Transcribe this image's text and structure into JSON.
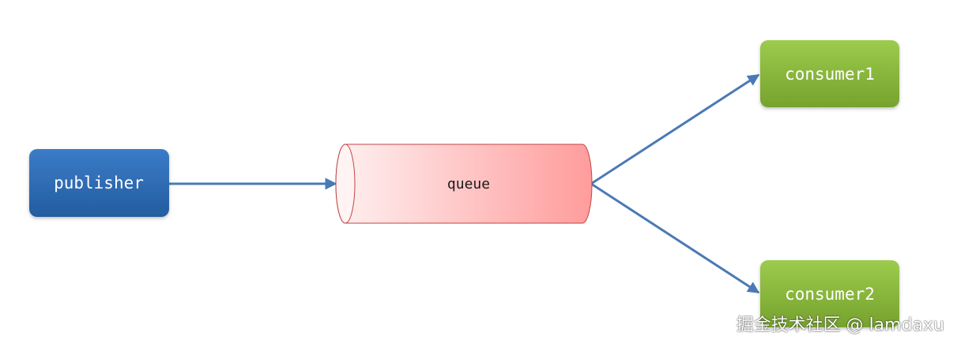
{
  "nodes": {
    "publisher": {
      "label": "publisher"
    },
    "queue": {
      "label": "queue"
    },
    "consumer1": {
      "label": "consumer1"
    },
    "consumer2": {
      "label": "consumer2"
    }
  },
  "watermark": {
    "text": "掘金技术社区 @ lamdaxu"
  },
  "colors": {
    "publisher": "#2f6db4",
    "consumer": "#86b33a",
    "queue_fill": "#ff9e9e",
    "queue_stroke": "#c04545",
    "arrow": "#4a7ab5"
  }
}
